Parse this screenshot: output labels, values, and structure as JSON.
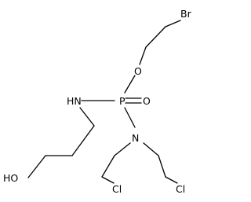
{
  "molecule": {
    "atoms": {
      "br": "Br",
      "o_ester": "O",
      "p": "P",
      "o_double": "O",
      "nh": "HN",
      "n": "N",
      "ho": "HO",
      "cl_left": "Cl",
      "cl_right": "Cl"
    },
    "colors": {
      "bond": "#000000",
      "text": "#000000",
      "background": "#ffffff"
    }
  }
}
